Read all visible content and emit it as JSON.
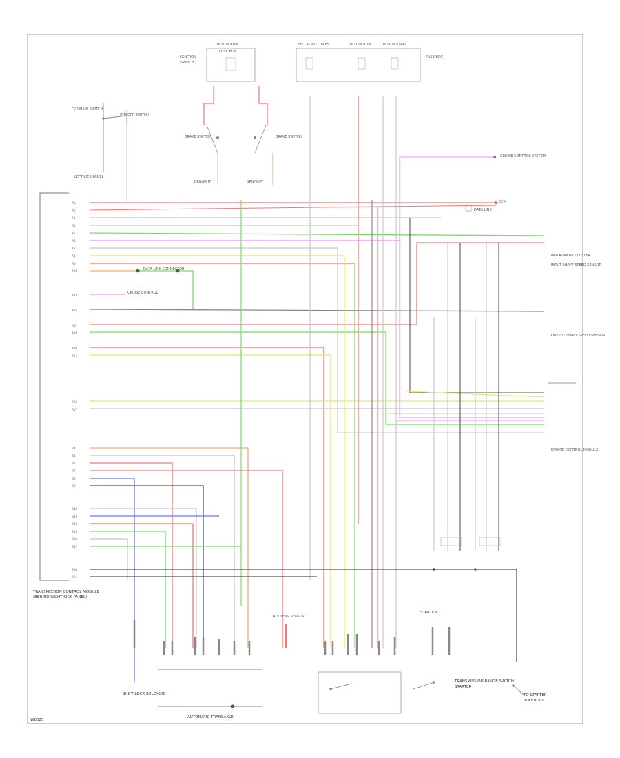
{
  "colors": {
    "background": "#ffffff",
    "frame": "#999999",
    "ecu_bracket": "#777777",
    "wire_red": "#ff7070",
    "wire_pink": "#ff88ff",
    "wire_green": "#77dd66",
    "wire_yellow": "#e8e860",
    "wire_blue": "#6677ff",
    "wire_gray": "#888888",
    "wire_orange": "#ffaa55",
    "wire_dark": "#555555",
    "wire_white": "#c8c8c8"
  },
  "labels": {
    "top_center_fuse_title": "HOT IN RUN",
    "top_center_fuse_name": "FUSE BOX",
    "top_right_fuse_a": "HOT AT ALL TIMES",
    "top_right_fuse_b": "HOT IN RUN",
    "top_right_fuse_c": "HOT IN START",
    "top_right_box_name": "FUSE BOX",
    "left_top_switch": "O/D MAIN SWITCH",
    "left_top_switch2": "O/D OFF SWITCH",
    "left_top_conn": "LEFT KICK PANEL",
    "brake_switch_left": "BRAKE SWITCH",
    "brake_switch_right": "BRAKE SWITCH",
    "ecu_name": "TRANSMISSION CONTROL MODULE",
    "ecu_location": "(BEHIND RIGHT KICK PANEL)",
    "right_label_1": "CRUISE CONTROL SYSTEM",
    "right_label_2": "INSTRUMENT CLUSTER",
    "right_label_3": "INPUT SHAFT SPEED SENSOR",
    "right_label_4": "OUTPUT SHAFT SPEED SENSOR",
    "right_label_5": "ENGINE CONTROL MODULE",
    "mid_label_1": "DATA LINK CONNECTOR",
    "mid_label_2": "CRUISE CONTROL",
    "bottom_left_label": "SHIFT LOCK SOLENOID",
    "bottom_center_label": "AUTOMATIC TRANSAXLE",
    "bottom_mid_label": "ATF TEMP SENSOR",
    "bottom_right_label_1": "TRANSMISSION RANGE SWITCH",
    "bottom_right_label_2": "STARTER",
    "bottom_right_label_3": "TO STARTER",
    "bottom_right_label_4": "SOLENOID",
    "diagram_code": "W0025"
  }
}
